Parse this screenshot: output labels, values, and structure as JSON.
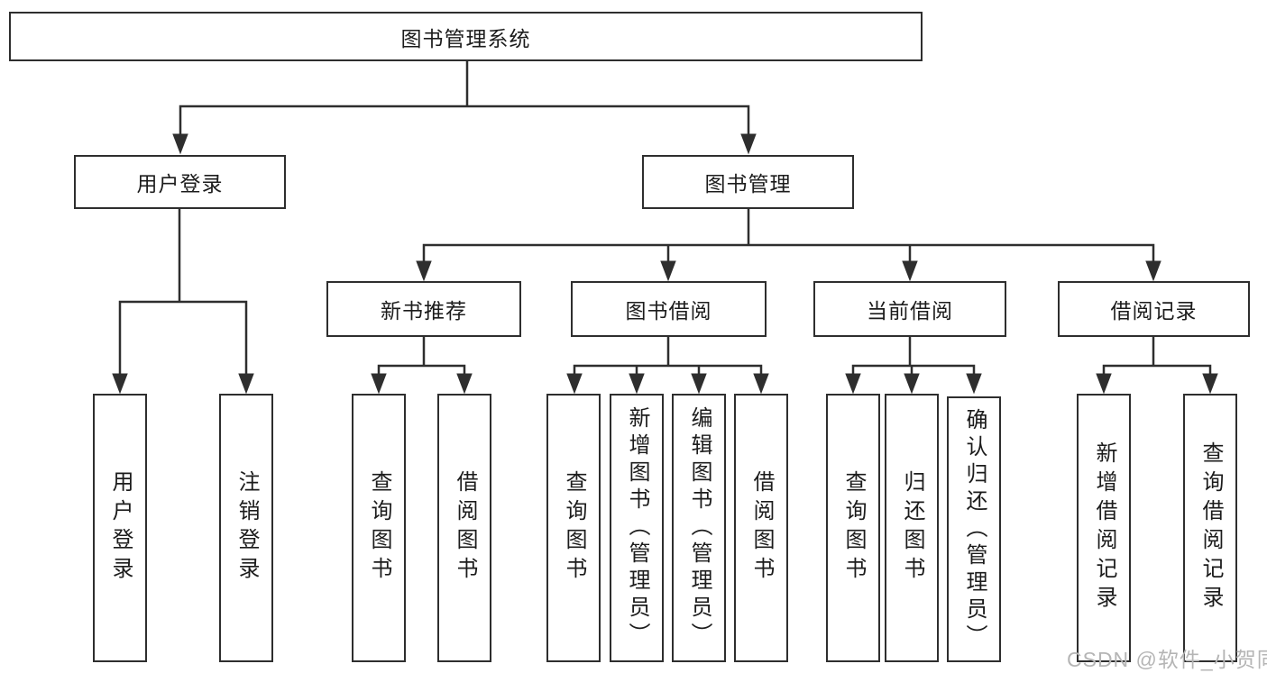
{
  "nodes": {
    "root": "图书管理系统",
    "level1": {
      "user_login": "用户登录",
      "book_management": "图书管理"
    },
    "level2": {
      "new_book_recommendation": "新书推荐",
      "book_borrowing": "图书借阅",
      "current_borrowing": "当前借阅",
      "borrowing_records": "借阅记录"
    },
    "leaves": {
      "user_login": "用户登录",
      "logout": "注销登录",
      "query_books_a": "查询图书",
      "borrow_books_a": "借阅图书",
      "query_books_b": "查询图书",
      "add_books_admin": "新增图书（管理员）",
      "edit_books_admin": "编辑图书（管理员）",
      "borrow_books_b": "借阅图书",
      "query_books_c": "查询图书",
      "return_books": "归还图书",
      "confirm_return_admin": "确认归还（管理员）",
      "add_borrow_record": "新增借阅记录",
      "query_borrow_record": "查询借阅记录"
    }
  },
  "watermark": "CSDN @软件_小贺同学",
  "colors": {
    "line": "#2e2e2e",
    "text": "#1c1c1c",
    "background": "#ffffff",
    "watermark": "#b5b5b5"
  }
}
